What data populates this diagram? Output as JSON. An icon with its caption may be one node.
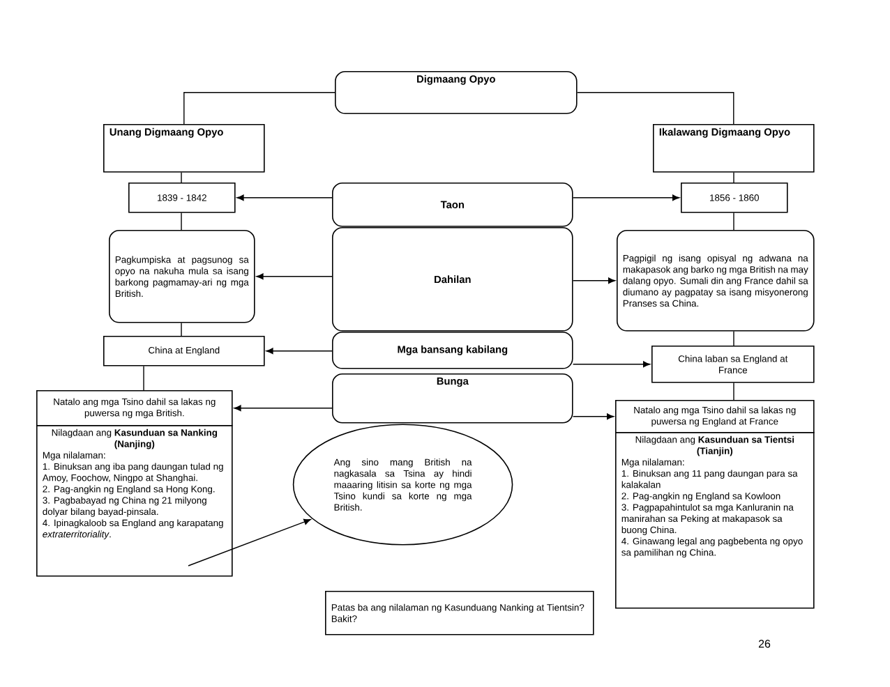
{
  "diagram": {
    "nodes": [
      {
        "text": [
          "Digmaang Opyo"
        ]
      },
      {
        "text": [
          "Unang Digmaang Opyo"
        ]
      },
      {
        "text": [
          "Ikalawang Digmaang Opyo"
        ]
      },
      {
        "text": [
          "1839 - 1842"
        ]
      },
      {
        "text": [
          "Taon"
        ]
      },
      {
        "text": [
          "1856 - 1860"
        ]
      },
      {
        "text": [
          "Pagkumpiska at pagsunog sa opyo na nakuha mula sa isang barkong pagmamay-ari ng mga British."
        ]
      },
      {
        "text": [
          "Dahilan"
        ]
      },
      {
        "text": [
          "Pagpigil ng isang opisyal ng adwana na makapasok ang barko ng mga British na may dalang opyo. Sumali din ang France dahil sa diumano ay pagpatay sa isang misyonerong Pranses sa China."
        ]
      },
      {
        "text": [
          "China at England"
        ]
      },
      {
        "text": [
          "Mga bansang kabilang"
        ]
      },
      {
        "text": [
          "China laban sa England at France"
        ]
      },
      {
        "text": [
          "Bunga"
        ]
      },
      {
        "text": [
          "Natalo ang mga Tsino dahil sa lakas ng puwersa ng mga British."
        ]
      },
      {
        "text": [
          "Nilagdaan ang **Kasunduan sa Nanking (Nanjing)**",
          "Mga nilalaman:",
          "1. Binuksan ang iba pang daungan tulad ng Amoy, Foochow, Ningpo at Shanghai.",
          "2. Pag-angkin ng England sa Hong Kong.",
          "3. Pagbabayad ng China ng 21 milyong dolyar bilang bayad-pinsala.",
          "4. Ipinagkaloob sa England ang karapatang *extraterritoriality*."
        ]
      },
      {
        "text": [
          "Natalo ang mga Tsino dahil sa lakas ng puwersa ng England at France"
        ]
      },
      {
        "text": [
          "Nilagdaan ang **Kasunduan sa Tientsi (Tianjin)**",
          "Mga nilalaman:",
          "1. Binuksan ang 11 pang daungan para sa kalakalan",
          "2. Pag-angkin ng England sa Kowloon",
          "3. Pagpapahintulot sa mga Kanluranin na manirahan sa Peking at makapasok sa buong China.",
          "4. Ginawang legal ang pagbebenta ng opyo sa pamilihan ng China."
        ]
      },
      {
        "text": [
          "Ang sino mang British na nagkasala sa Tsina ay hindi maaaring litisin sa korte ng mga Tsino kundi sa korte ng mga British."
        ]
      },
      {
        "text": [
          "Patas ba ang nilalaman ng Kasunduang Nanking at Tientsin? Bakit?"
        ]
      }
    ],
    "edges": [
      {
        "from": 0,
        "to": 1,
        "arrow": "none"
      },
      {
        "from": 0,
        "to": 2,
        "arrow": "none"
      },
      {
        "from": 1,
        "to": 3,
        "arrow": "none"
      },
      {
        "from": 2,
        "to": 5,
        "arrow": "none"
      },
      {
        "from": 4,
        "to": 3,
        "arrow": "to"
      },
      {
        "from": 4,
        "to": 5,
        "arrow": "to"
      },
      {
        "from": 3,
        "to": 6,
        "arrow": "none"
      },
      {
        "from": 5,
        "to": 8,
        "arrow": "none"
      },
      {
        "from": 7,
        "to": 6,
        "arrow": "to"
      },
      {
        "from": 7,
        "to": 8,
        "arrow": "to"
      },
      {
        "from": 6,
        "to": 9,
        "arrow": "none"
      },
      {
        "from": 8,
        "to": 11,
        "arrow": "none"
      },
      {
        "from": 10,
        "to": 9,
        "arrow": "to"
      },
      {
        "from": 10,
        "to": 11,
        "arrow": "to"
      },
      {
        "from": 9,
        "to": 13,
        "arrow": "none"
      },
      {
        "from": 11,
        "to": 15,
        "arrow": "none"
      },
      {
        "from": 12,
        "to": 13,
        "arrow": "to"
      },
      {
        "from": 12,
        "to": 15,
        "arrow": "to"
      },
      {
        "from": 14,
        "to": 17,
        "arrow": "to"
      }
    ],
    "labels": [
      "26"
    ]
  }
}
